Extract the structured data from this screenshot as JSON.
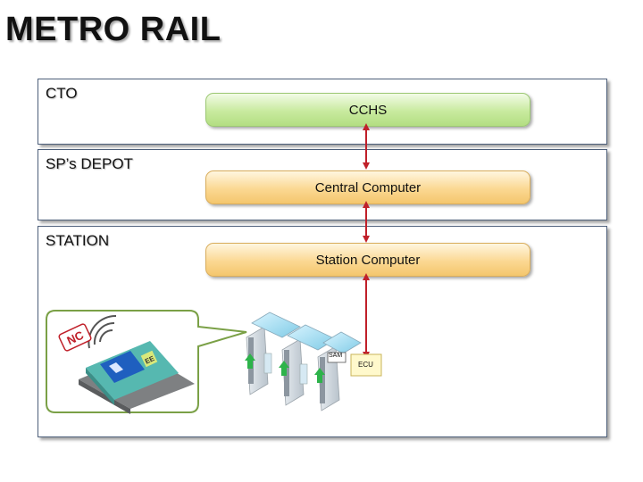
{
  "title": "METRO RAIL",
  "tiers": [
    {
      "label": "CTO",
      "node": "CCHS"
    },
    {
      "label": "SP’s DEPOT",
      "node": "Central Computer"
    },
    {
      "label": "STATION",
      "node": "Station Computer"
    }
  ],
  "gate": {
    "sam_label": "SAM",
    "ecu_label": "ECU"
  },
  "card_reader": {
    "badge": "NC",
    "card_text": "EE"
  },
  "colors": {
    "band_border": "#4d5f7a",
    "green_node": "#c8ea9e",
    "orange_node": "#fbd892",
    "arrow": "#c0202a",
    "callout_border": "#7aa046",
    "gate_arrow": "#2db34a"
  }
}
